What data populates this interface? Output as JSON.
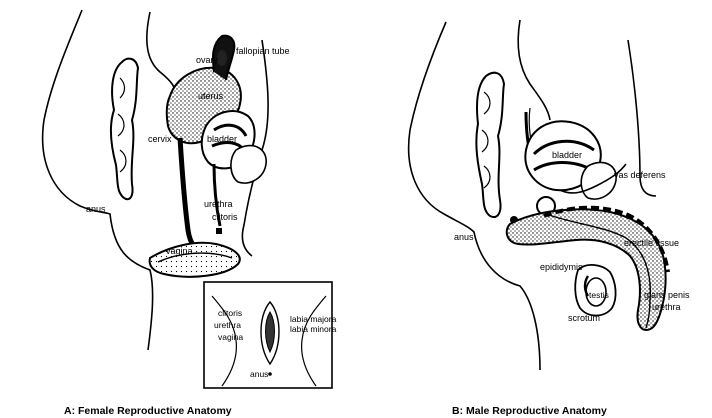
{
  "female": {
    "labels": {
      "fallopian_tube": "fallopian tube",
      "ovary": "ovary",
      "uterus": "uterus",
      "cervix": "cervix",
      "bladder": "bladder",
      "anus": "anus",
      "urethra": "urethra",
      "clitoris": "clitoris",
      "vagina": "vagina"
    },
    "inset": {
      "clitoris": "clitoris",
      "urethra": "urethra",
      "vagina": "vagina",
      "labia_majora": "labia majora",
      "labia_minora": "labia minora",
      "anus": "anus"
    },
    "caption": "A: Female Reproductive Anatomy"
  },
  "male": {
    "labels": {
      "bladder": "bladder",
      "vas_deferens": "vas deferens",
      "anus": "anus",
      "erectile_tissue": "erectile tissue",
      "epididymis": "epididymis",
      "testis": "testis",
      "glans_penis": "glans penis",
      "scrotum": "scrotum",
      "urethra": "urethra"
    },
    "caption": "B: Male Reproductive Anatomy"
  }
}
